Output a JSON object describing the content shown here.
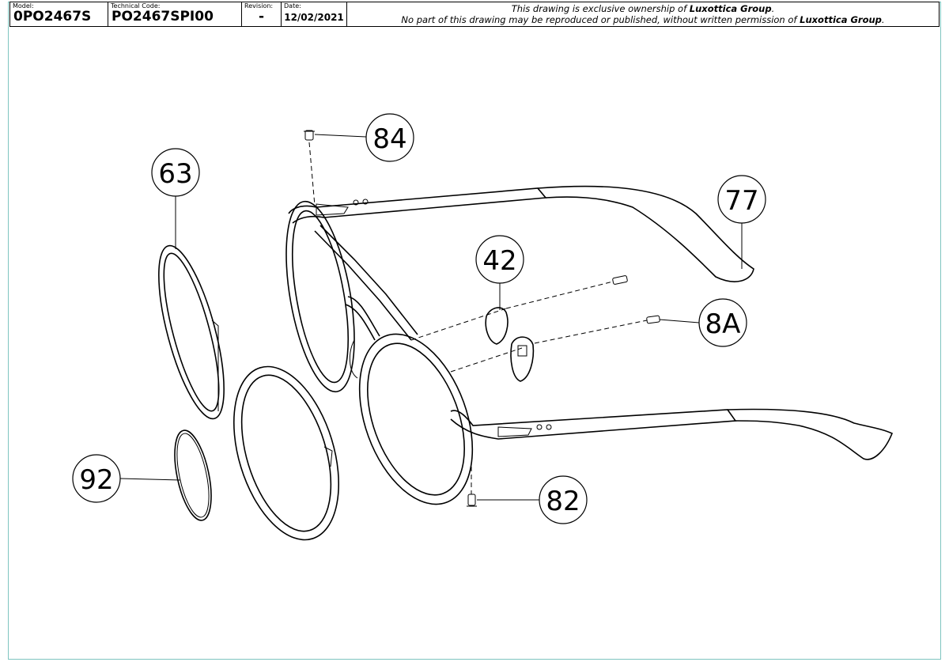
{
  "title_block": {
    "model_label": "Model:",
    "model": "0PO2467S",
    "technical_code_label": "Technical Code:",
    "technical_code": "PO2467SPI00",
    "revision_label": "Revision:",
    "revision": "-",
    "date_label": "Date:",
    "date": "12/02/2021",
    "notice_line1_prefix": "This drawing is exclusive ownership of ",
    "notice_line1_company": "Luxottica Group",
    "notice_line1_suffix": ".",
    "notice_line2_prefix": "No part of this drawing may be reproduced or published, without written permission of ",
    "notice_line2_company": "Luxottica Group",
    "notice_line2_suffix": "."
  },
  "callouts": {
    "screw_top": "84",
    "lens_rim": "63",
    "temple_tip": "77",
    "nose_pad": "42",
    "pad_screw": "8A",
    "gasket": "92",
    "screw_bottom": "82"
  }
}
